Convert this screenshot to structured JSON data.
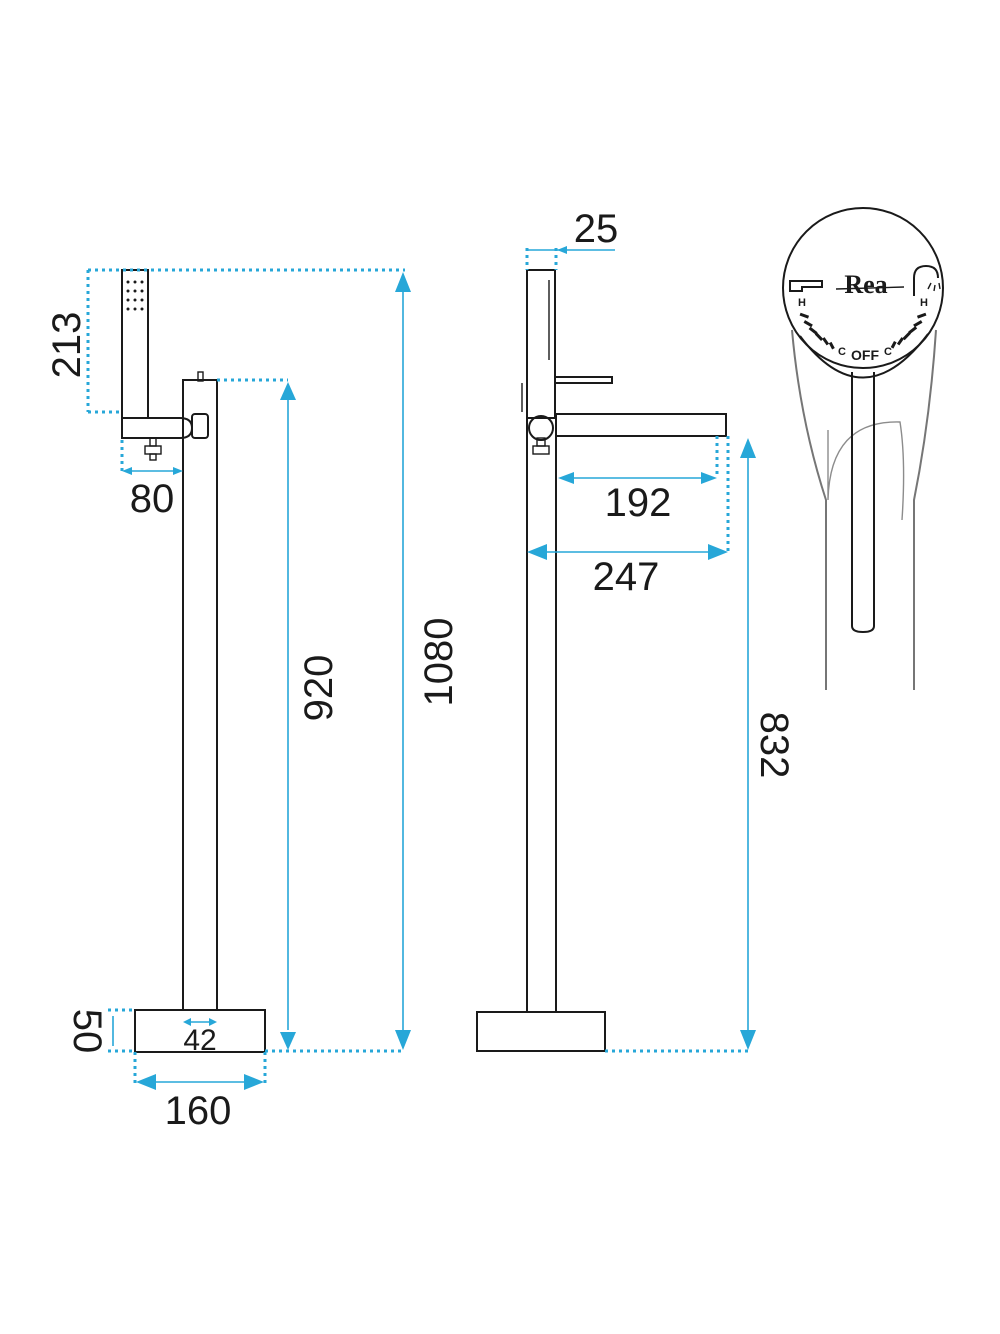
{
  "dimensions": {
    "shower_height": "213",
    "hose_offset": "80",
    "spout_height": "920",
    "total_height": "1080",
    "base_height": "50",
    "pipe_width": "42",
    "base_width": "160",
    "handle_width": "25",
    "spout_projection": "192",
    "total_projection": "247",
    "spout_outlet_height": "832"
  },
  "control_dial": {
    "brand": "Rea",
    "hot_left": "H",
    "hot_right": "H",
    "cold_left": "C",
    "cold_right": "C",
    "off": "OFF"
  },
  "colors": {
    "outline": "#1a1a1a",
    "dimension": "#27a7d8"
  }
}
